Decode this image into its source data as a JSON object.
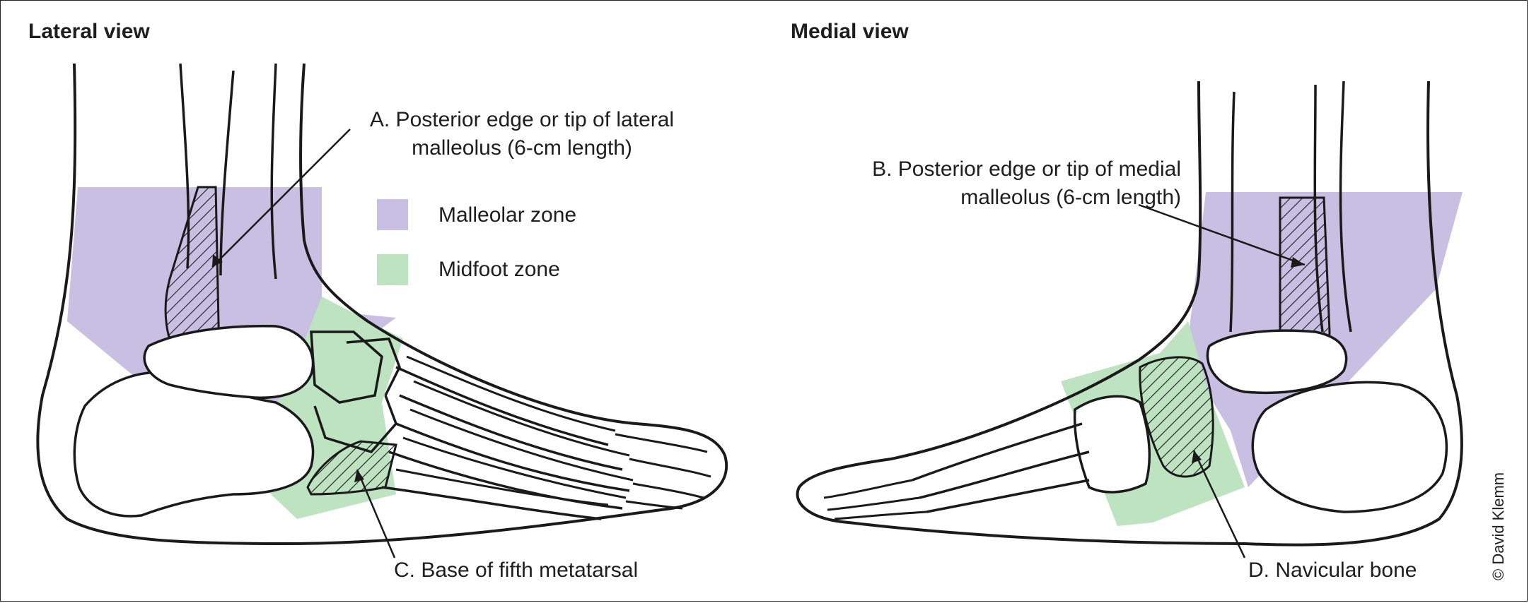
{
  "titles": {
    "lateral": "Lateral view",
    "medial": "Medial view"
  },
  "callouts": {
    "a_line1": "A. Posterior edge or tip of lateral",
    "a_line2": "malleolus (6-cm length)",
    "b_line1": "B. Posterior edge or tip of medial",
    "b_line2": "malleolus (6-cm length)",
    "c": "C. Base of fifth metatarsal",
    "d": "D. Navicular bone"
  },
  "legend": {
    "malleolar": "Malleolar zone",
    "midfoot": "Midfoot zone"
  },
  "credit": "© David Klemm",
  "colors": {
    "malleolar_zone": "#c7c0e2",
    "midfoot_zone": "#bde3c0",
    "outline": "#1a1a1a"
  }
}
